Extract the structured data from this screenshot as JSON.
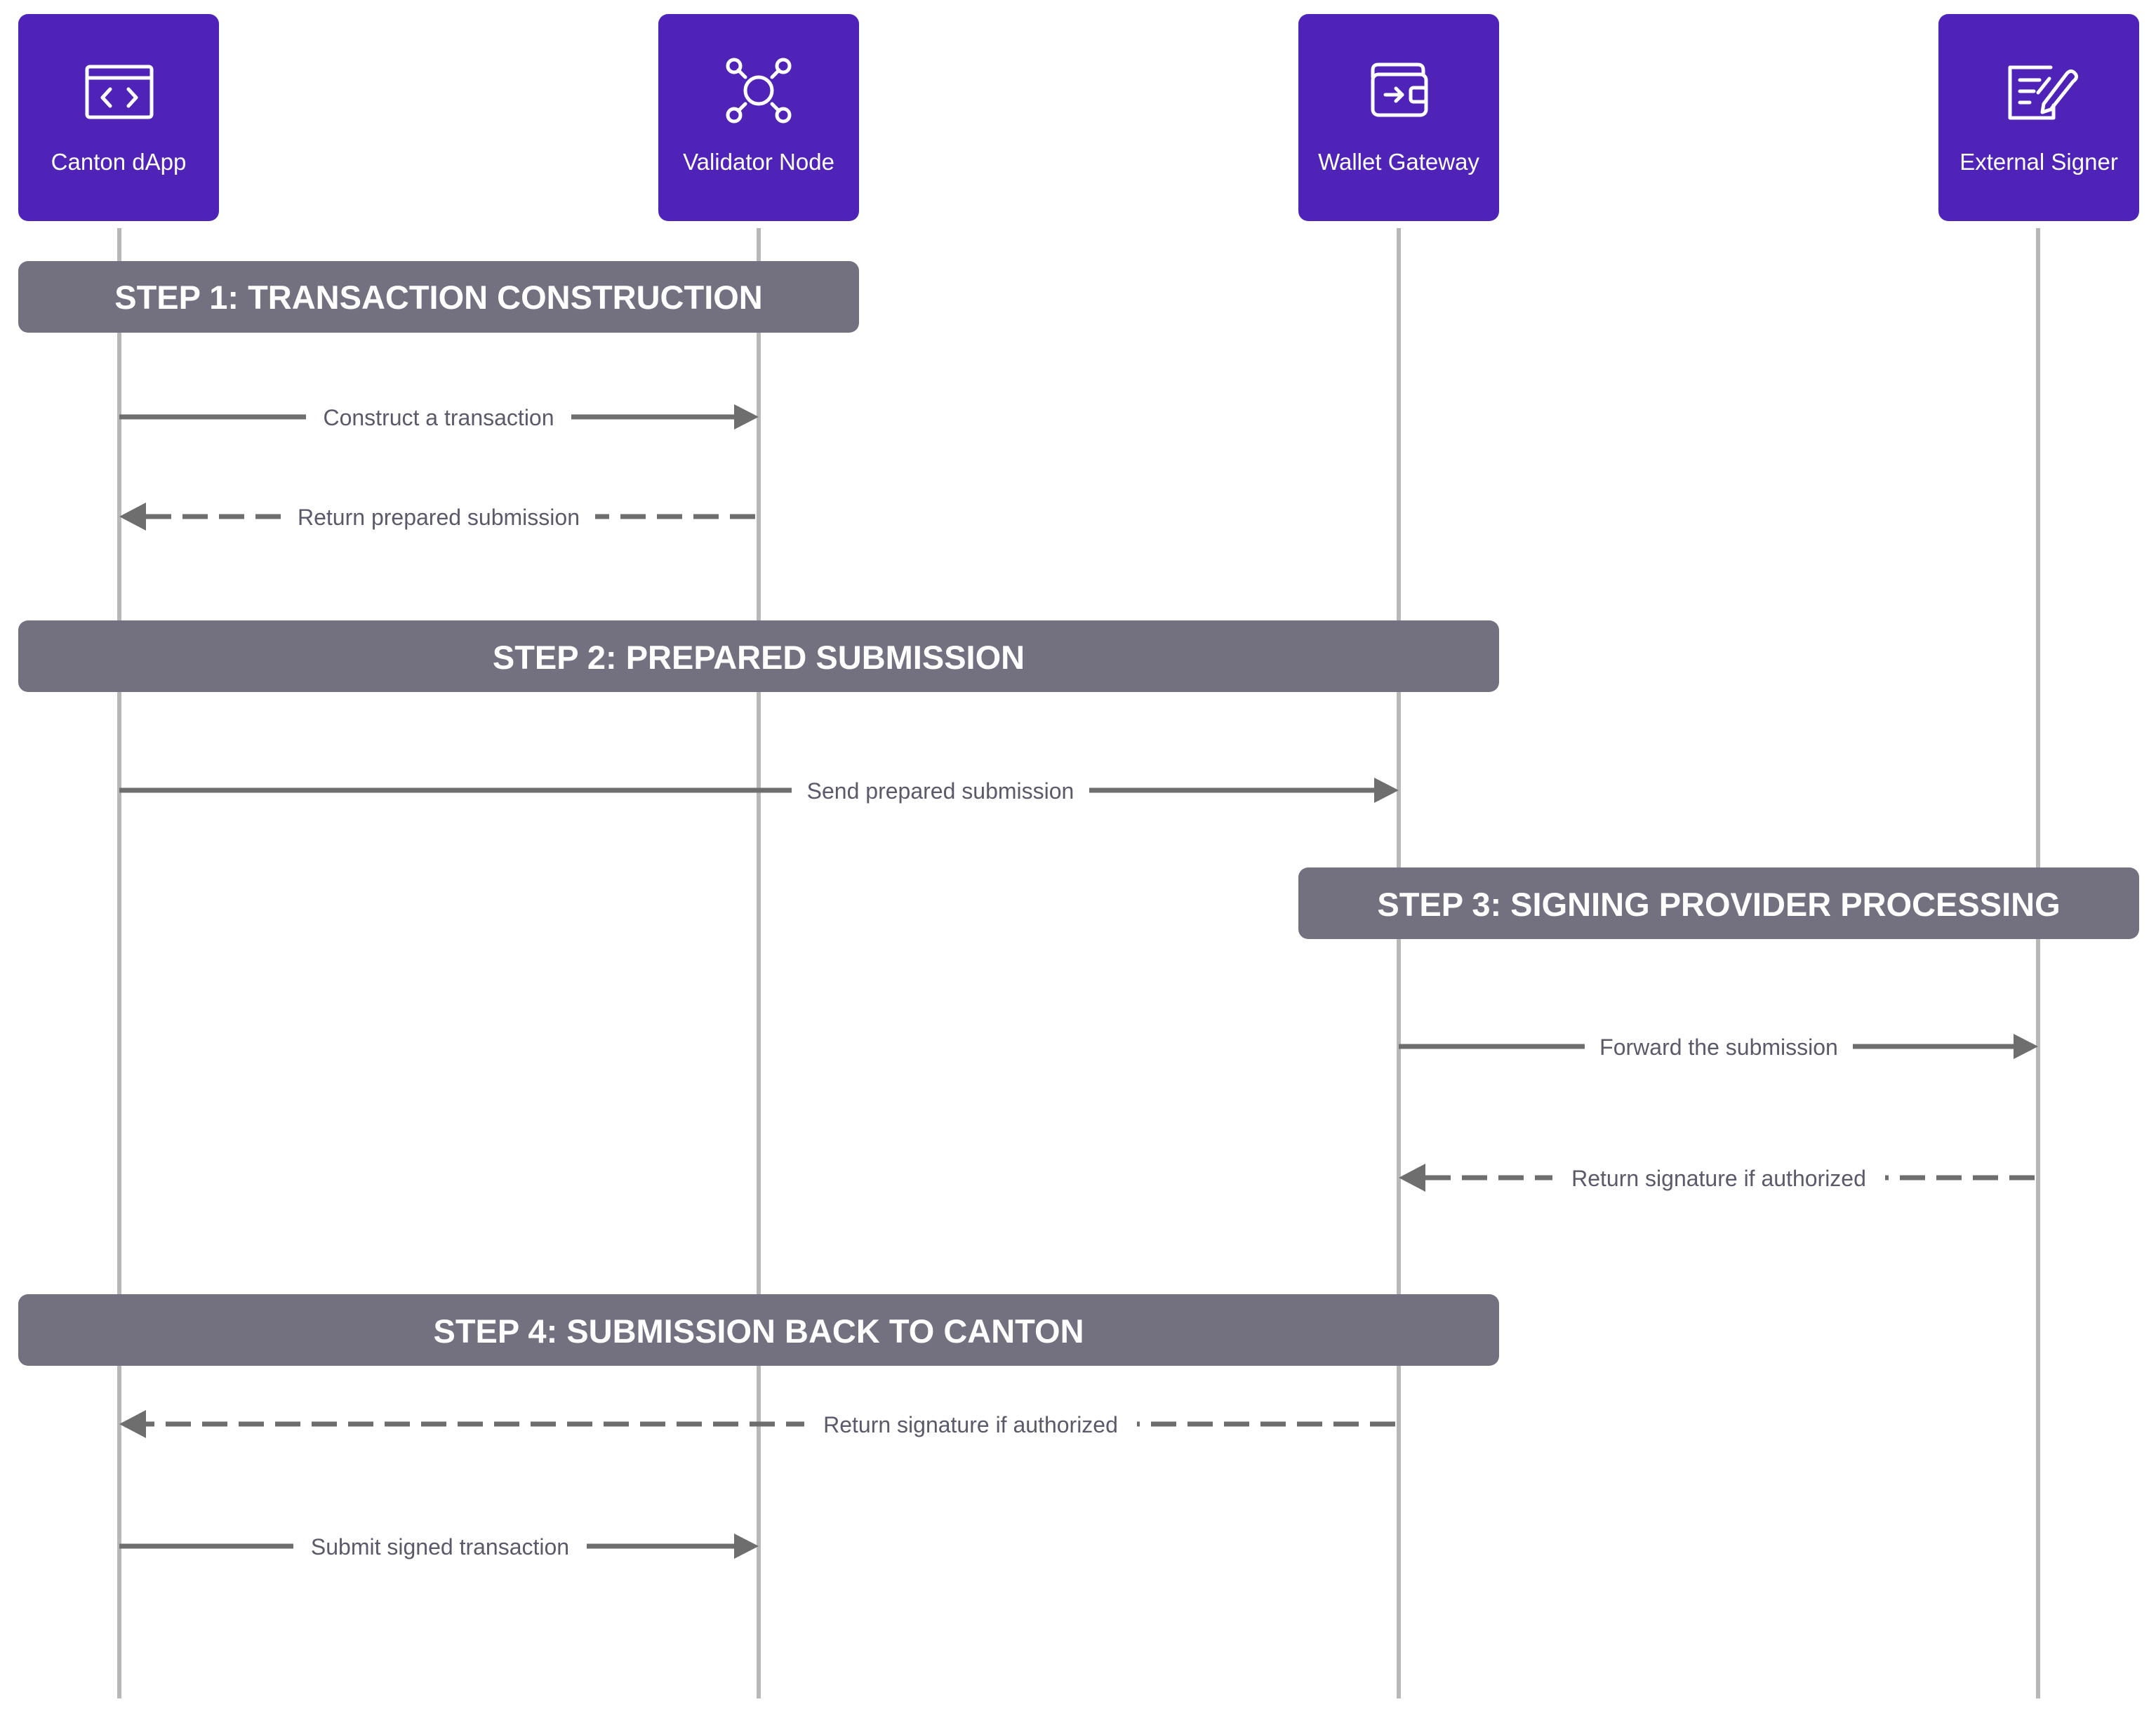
{
  "participants": [
    {
      "id": "dapp",
      "label": "Canton dApp",
      "icon": "code-window-icon"
    },
    {
      "id": "validator",
      "label": "Validator Node",
      "icon": "network-node-icon"
    },
    {
      "id": "wallet",
      "label": "Wallet Gateway",
      "icon": "wallet-icon"
    },
    {
      "id": "signer",
      "label": "External Signer",
      "icon": "document-sign-icon"
    }
  ],
  "steps": [
    {
      "label": "STEP 1: TRANSACTION CONSTRUCTION",
      "from": "dapp",
      "to": "validator"
    },
    {
      "label": "STEP 2: PREPARED SUBMISSION",
      "from": "dapp",
      "to": "wallet"
    },
    {
      "label": "STEP 3: SIGNING PROVIDER PROCESSING",
      "from": "wallet",
      "to": "signer"
    },
    {
      "label": "STEP 4: SUBMISSION BACK TO CANTON",
      "from": "dapp",
      "to": "wallet"
    }
  ],
  "messages": [
    {
      "label": "Construct a transaction",
      "from": "dapp",
      "to": "validator",
      "style": "solid"
    },
    {
      "label": "Return prepared submission",
      "from": "validator",
      "to": "dapp",
      "style": "dashed"
    },
    {
      "label": "Send prepared submission",
      "from": "dapp",
      "to": "wallet",
      "style": "solid"
    },
    {
      "label": "Forward the submission",
      "from": "wallet",
      "to": "signer",
      "style": "solid"
    },
    {
      "label": "Return signature if authorized",
      "from": "signer",
      "to": "wallet",
      "style": "dashed"
    },
    {
      "label": "Return signature if authorized",
      "from": "wallet",
      "to": "dapp",
      "style": "dashed"
    },
    {
      "label": "Submit signed transaction",
      "from": "dapp",
      "to": "validator",
      "style": "solid"
    }
  ],
  "colors": {
    "actor": "#4f23b8",
    "step_bar": "#737080",
    "arrow": "#6e6e6e",
    "lifeline": "#b8b8b8"
  }
}
